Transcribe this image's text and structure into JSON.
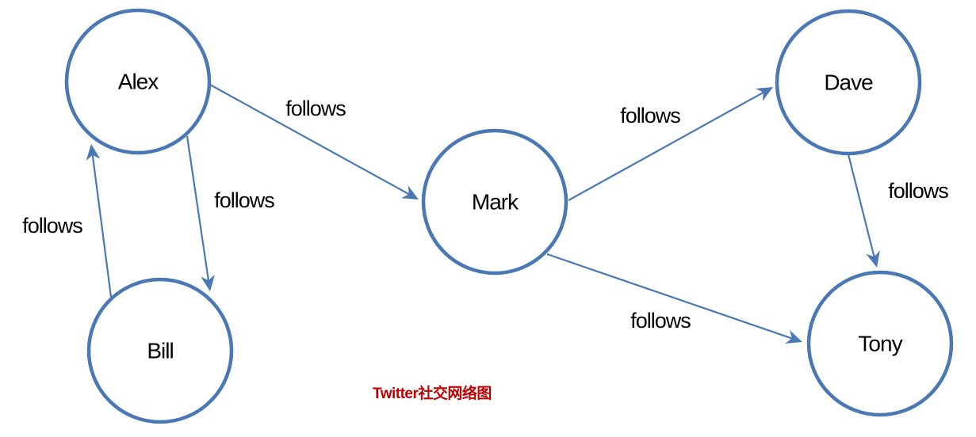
{
  "title": "Twitter社交网络图",
  "colors": {
    "node_stroke": "#4a78b5",
    "edge": "#4a78b5",
    "caption": "#c00000"
  },
  "nodes": [
    {
      "id": "alex",
      "label": "Alex"
    },
    {
      "id": "bill",
      "label": "Bill"
    },
    {
      "id": "mark",
      "label": "Mark"
    },
    {
      "id": "dave",
      "label": "Dave"
    },
    {
      "id": "tony",
      "label": "Tony"
    }
  ],
  "edges": [
    {
      "from": "alex",
      "to": "mark",
      "label": "follows"
    },
    {
      "from": "alex",
      "to": "bill",
      "label": "follows"
    },
    {
      "from": "bill",
      "to": "alex",
      "label": "follows"
    },
    {
      "from": "mark",
      "to": "dave",
      "label": "follows"
    },
    {
      "from": "dave",
      "to": "tony",
      "label": "follows"
    },
    {
      "from": "mark",
      "to": "tony",
      "label": "follows"
    }
  ]
}
